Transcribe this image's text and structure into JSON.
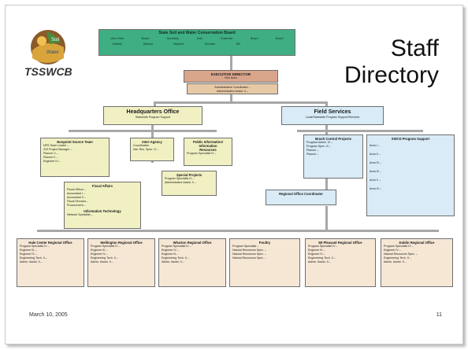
{
  "slide": {
    "title_line1": "Staff",
    "title_line2": "Directory",
    "logo_text": "TSSWCB",
    "logo_inner_top": "Soil",
    "logo_inner_bottom": "Water",
    "date": "March 10, 2005",
    "page_number": "11"
  },
  "board": {
    "title": "State Soil and Water Conservation Board",
    "members": [
      "Vice-Chair",
      "Board",
      "Secretary",
      "Jose",
      "Chairman",
      "Board",
      "Board"
    ],
    "subs": [
      "Godfrey",
      "Stewart",
      "Marjorie",
      "Escobar",
      "Bill",
      "",
      ""
    ]
  },
  "exec": {
    "title": "EXECUTIVE DIRECTOR",
    "name": "Rex Isom"
  },
  "admin": {
    "line1": "Administrative Coordinator –",
    "line2": "Administrative Assist. II –"
  },
  "hq": {
    "title": "Headquarters Office",
    "subtitle": "Statewide Program Support"
  },
  "fs": {
    "title": "Field Services",
    "subtitle": "Local/Statewide Program Support/Services"
  },
  "boxes": {
    "nonpoint": {
      "title": "Nonpoint Source Team",
      "lines": [
        "NPS Team Leader –",
        "319 Project Manager –",
        "Planner V –",
        "Planner II –",
        "Engineer IV –"
      ]
    },
    "inter": {
      "title": "Inter-Agency",
      "lines": [
        "Coordination",
        "Nat. Res. Spec. IV –"
      ]
    },
    "public": {
      "title": "Public Information/",
      "lines": [
        "Information",
        "Resources",
        "Program Specialist IV –"
      ]
    },
    "fiscal": {
      "title": "Fiscal Affairs",
      "lines": [
        "Fiscal Officer –",
        "Accountant I –",
        "Accountant II –",
        "Fiscal Services –",
        "Procurement –"
      ]
    },
    "it": {
      "title": "Information Technology",
      "lines": [
        "Network Specialist –"
      ]
    },
    "special": {
      "title": "Special Projects",
      "lines": [
        "Program Specialist IV –",
        "Administrative Assist. II –"
      ]
    },
    "brush": {
      "title": "Brush Control Projects",
      "lines": [
        "Program Admin. IV –",
        "Program Spec. IV –",
        "Planner –",
        "Planner –"
      ]
    },
    "swcd": {
      "title": "SWCD Program Support",
      "lines": [
        "Area I –",
        "Area II –",
        "Area III –",
        "Area IV –",
        "Area V –",
        "Area VI –"
      ]
    },
    "regional": {
      "title": "Regional Office Coordinator",
      "lines": [
        ""
      ]
    }
  },
  "regions": [
    {
      "title": "Hale Center Regional Office",
      "lines": [
        "Program Specialist IV –",
        "Engineer III –",
        "Engineer IV –",
        "Engineering Tech. II –",
        "Admin. Assist. II –"
      ]
    },
    {
      "title": "Wellington Regional Office",
      "lines": [
        "Program Specialist IV –",
        "Engineer III –",
        "Engineer IV –",
        "Engineering Tech. II –",
        "Admin. Assist. II –"
      ]
    },
    {
      "title": "Wharton Regional Office",
      "lines": [
        "Program Specialist IV –",
        "Engineer IV –",
        "Engineer III –",
        "Engineering Tech. II –",
        "Admin. Assist. II –"
      ]
    },
    {
      "title": "Poultry",
      "lines": [
        "Program Specialist –",
        "Natural Resources Spec. –",
        "Natural Resources Spec. –",
        "Natural Resources Spec. –"
      ]
    },
    {
      "title": "Mt Pleasant Regional Office",
      "lines": [
        "Program Specialist IV –",
        "Engineer III –",
        "Engineer IV –",
        "Engineering Tech. II –",
        "Admin. Assist. II –"
      ]
    },
    {
      "title": "Dublin Regional Office",
      "lines": [
        "Program Specialist IV –",
        "Engineer IV –",
        "Natural Resources Spec. –",
        "Engineering Tech. II –",
        "Admin. Assist. II –"
      ]
    }
  ]
}
